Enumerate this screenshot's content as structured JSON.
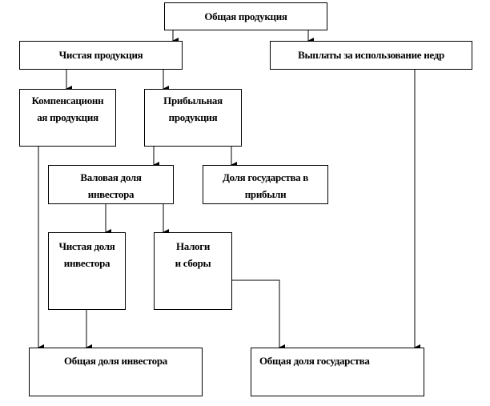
{
  "nodes": {
    "total_production": "Общая продукция",
    "net_production": "Чистая продукция",
    "subsoil_payments": "Выплаты за использование недр",
    "compensation_production": "Компенсационная продукция",
    "profit_production": "Прибыльная продукция",
    "gross_investor_share": "Валовая доля инвестора",
    "state_profit_share": "Доля государства в прибыли",
    "net_investor_share": "Чистая доля инвестора",
    "taxes_fees": "Налоги и сборы",
    "total_investor_share": "Общая доля инвестора",
    "total_state_share": "Общая доля государства"
  }
}
